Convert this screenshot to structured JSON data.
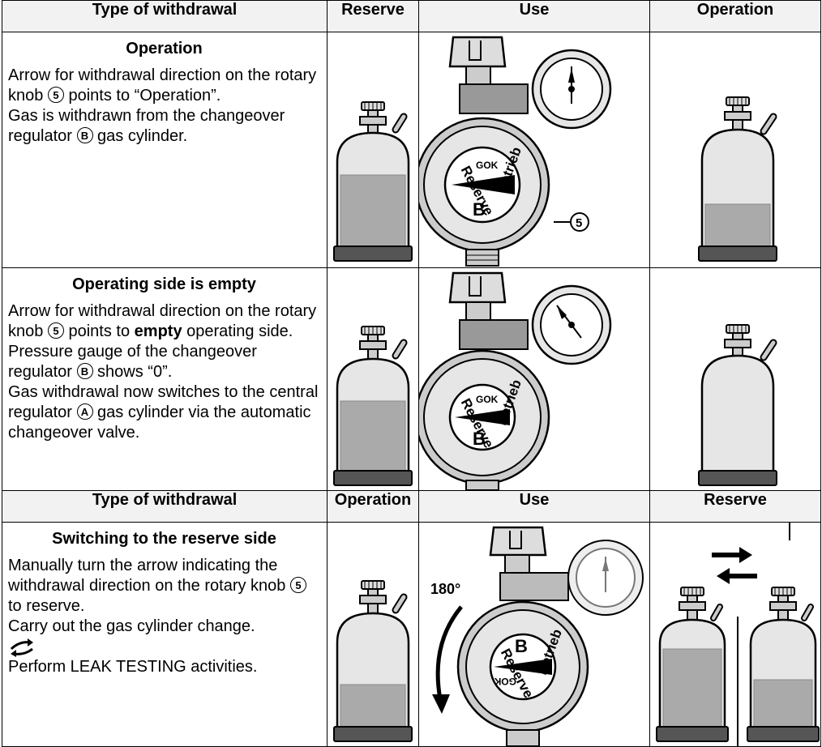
{
  "header1": {
    "type": "Type of withdrawal",
    "reserve": "Reserve",
    "use": "Use",
    "operation": "Operation"
  },
  "header2": {
    "type": "Type of withdrawal",
    "operation": "Operation",
    "use": "Use",
    "reserve": "Reserve"
  },
  "rows": [
    {
      "title": "Operation",
      "t1": "Arrow for withdrawal direction on the rotary knob",
      "c1": "5",
      "t2": " points to “Operation”.",
      "t3": "Gas is withdrawn from the changeover regulator",
      "c2": "B",
      "t4": " gas cylinder."
    },
    {
      "title": "Operating side is empty",
      "t1": "Arrow for withdrawal direction on the rotary knob",
      "c1": "5",
      "t2": " points to ",
      "t2b": "empty",
      "t2c": " operating side.",
      "t3": "Pressure gauge of the changeover regulator",
      "c2": "B",
      "t4": " shows “0”.",
      "t5": "Gas withdrawal now switches to the central regulator",
      "c3": "A",
      "t6": " gas cylinder via the automatic changeover valve."
    },
    {
      "title": "Switching to the reserve side",
      "t1": "Manually turn the arrow indicating the withdrawal direction on the rotary knob",
      "c1": "5",
      "t2": " to reserve.",
      "t3": "Carry out the gas cylinder change.",
      "t4": "Perform LEAK TESTING activities."
    }
  ],
  "regulator": {
    "left_text": "Reserve",
    "right_text": "Betrieb",
    "brand": "GOK",
    "letter": "B",
    "callout": "5"
  },
  "rotation_label": "180°",
  "colors": {
    "cylinder_body": "#e6e6e6",
    "gas_level": "#aaaaaa",
    "base": "#555555",
    "header_bg": "#f2f2f2"
  }
}
